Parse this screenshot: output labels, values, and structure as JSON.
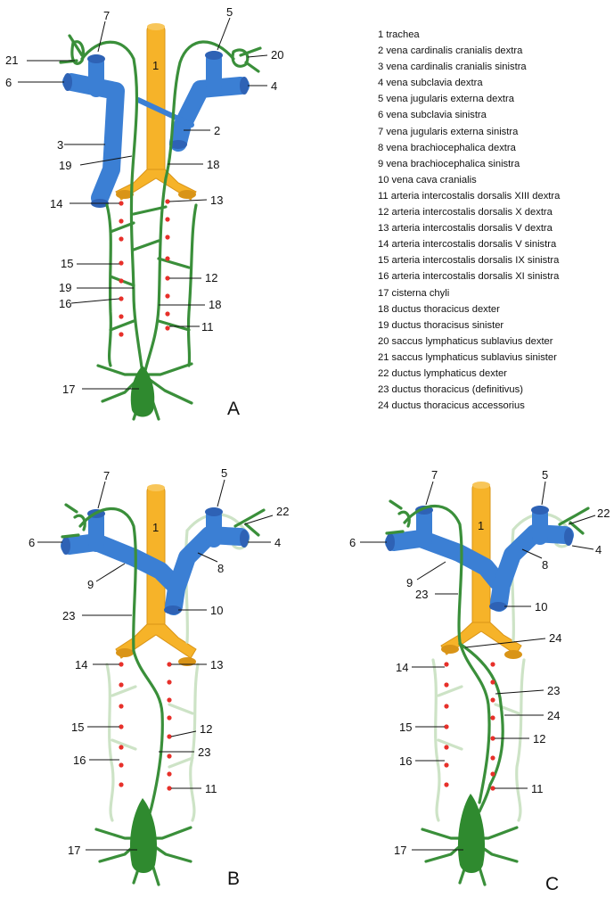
{
  "legend": [
    "1 trachea",
    "2 vena cardinalis cranialis dextra",
    "3 vena cardinalis cranialis sinistra",
    "4 vena subclavia dextra",
    "5 vena jugularis externa dextra",
    "6 vena subclavia sinistra",
    "7 vena jugularis externa sinistra",
    "8 vena brachiocephalica dextra",
    "9 vena brachiocephalica sinistra",
    "10 vena cava cranialis",
    "11 arteria intercostalis dorsalis XIII dextra",
    "12 arteria intercostalis dorsalis X dextra",
    "13 arteria intercostalis dorsalis V dextra",
    "14 arteria intercostalis dorsalis V sinistra",
    "15 arteria intercostalis dorsalis IX sinistra",
    "16 arteria intercostalis dorsalis XI sinistra",
    "17 cisterna chyli",
    "18 ductus thoracicus dexter",
    "19 ductus thoracisus sinister",
    "20 saccus lymphaticus sublavius dexter",
    "21 saccus lymphaticus sublavius sinister",
    "22 ductus lymphaticus dexter",
    "23 ductus thoracicus (definitivus)",
    "24 ductus thoracicus accessorius"
  ],
  "panels": {
    "A": {
      "letter": "A",
      "labels": [
        "1",
        "2",
        "3",
        "4",
        "5",
        "6",
        "7",
        "11",
        "12",
        "13",
        "14",
        "15",
        "16",
        "17",
        "18",
        "18",
        "19",
        "19",
        "20",
        "21"
      ]
    },
    "B": {
      "letter": "B",
      "labels": [
        "1",
        "4",
        "5",
        "6",
        "7",
        "8",
        "9",
        "10",
        "11",
        "12",
        "13",
        "14",
        "15",
        "16",
        "17",
        "22",
        "23",
        "23"
      ]
    },
    "C": {
      "letter": "C",
      "labels": [
        "1",
        "4",
        "5",
        "6",
        "7",
        "8",
        "9",
        "10",
        "11",
        "12",
        "14",
        "15",
        "16",
        "17",
        "22",
        "23",
        "23",
        "24",
        "24"
      ]
    }
  },
  "colors": {
    "vein": "#3b7fd4",
    "vein_dark": "#2e62b5",
    "trachea": "#f6b329",
    "lymph_duct": "#3a8f3a",
    "lymph_faded": "#cde3c6",
    "artery_dot": "#e7302a"
  }
}
